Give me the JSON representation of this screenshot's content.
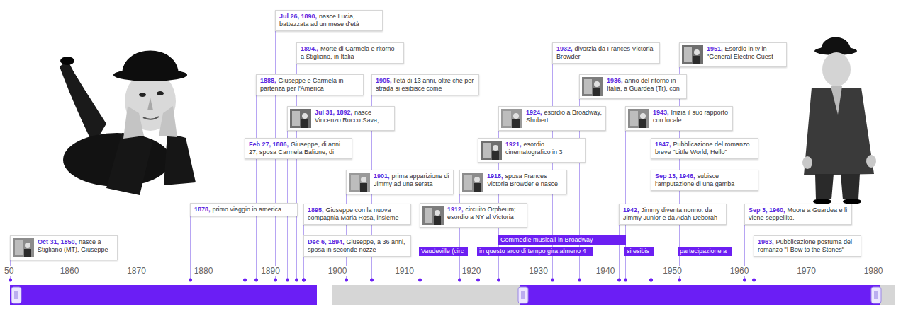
{
  "diagram": {
    "nodes": [
      {
        "text": [
          "Oct 31, 1850,",
          "nasce a Stigliano (MT), Giuseppe"
        ]
      },
      {
        "text": [
          "1878,",
          "primo viaggio in america"
        ]
      },
      {
        "text": [
          "Feb 27, 1886,",
          "Giuseppe, di anni 27, sposa Carmela Balione, di"
        ]
      },
      {
        "text": [
          "1888,",
          "Giuseppe e Carmela in partenza per l'America"
        ]
      },
      {
        "text": [
          "Jul 26, 1890,",
          "nasce Lucia, battezzata ad un mese d'età"
        ]
      },
      {
        "text": [
          "Jul 31, 1892,",
          "nasce Vincenzo Rocco Sava,"
        ]
      },
      {
        "text": [
          "1894.,",
          "Morte di Carmela e ritorno a Stigliano, in Italia"
        ]
      },
      {
        "text": [
          "Dec 6, 1894,",
          "Giuseppe, a 36 anni, sposa in seconde nozze"
        ]
      },
      {
        "text": [
          "1895,",
          "Giuseppe con la nuova compagnia Maria Rosa, insieme"
        ]
      },
      {
        "text": [
          "1901,",
          "prima apparizione di Jimmy ad una serata"
        ]
      },
      {
        "text": [
          "1905,",
          "l'età di 13 anni, oltre che per strada si esibisce come"
        ]
      },
      {
        "text": [
          "1912,",
          "circuito Orpheum; esordio a NY al Victoria"
        ]
      },
      {
        "text": [
          "1918,",
          "sposa Frances Victoria Browder e nasce"
        ]
      },
      {
        "text": [
          "1921,",
          "esordio cinematografico in 3"
        ]
      },
      {
        "text": [
          "1924,",
          "esordio a Broadway, Shubert"
        ]
      },
      {
        "text": [
          "1932,",
          "divorzia da Frances Victoria Browder"
        ]
      },
      {
        "text": [
          "1936,",
          "anno del ritorno in Italia, a Guardea (Tr), con"
        ]
      },
      {
        "text": [
          "1942,",
          "Jimmy diventa nonno: da Jimmy Junior e da Adah Deborah"
        ]
      },
      {
        "text": [
          "1943,",
          "Inizia il suo rapporto con locale"
        ]
      },
      {
        "text": [
          "Sep 13, 1946,",
          "subisce l'amputazione di una gamba"
        ]
      },
      {
        "text": [
          "1947,",
          "Pubblicazione del romanzo breve \"Little World, Hello\""
        ]
      },
      {
        "text": [
          "1951,",
          "Esordio in tv in \"General Electric Guest"
        ]
      },
      {
        "text": [
          "Sep 3, 1960,",
          "Muore a Guardea e lì viene seppellito."
        ]
      },
      {
        "text": [
          "1963,",
          "Pubblicazione postuma del romanzo \"I Bow to the Stones\""
        ]
      },
      {
        "text": [
          "Vaudeville (circ"
        ]
      },
      {
        "text": [
          "Commedie musicali in Broadway"
        ]
      },
      {
        "text": [
          "in questo arco di tempo gira almeno 4"
        ]
      },
      {
        "text": [
          "si esibis"
        ]
      },
      {
        "text": [
          "partecipazione a"
        ]
      }
    ],
    "labels": [
      "50",
      "1860",
      "1870",
      "1880",
      "1890",
      "1900",
      "1910",
      "1920",
      "1930",
      "1940",
      "1950",
      "1960",
      "1970",
      "1980"
    ]
  }
}
